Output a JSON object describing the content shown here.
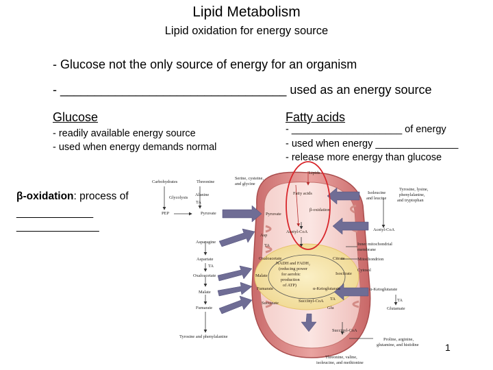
{
  "title": "Lipid Metabolism",
  "subtitle": "Lipid oxidation for energy source",
  "bullets": [
    "- Glucose not the only source of energy for an organism",
    "- _________________________________ used as an energy source"
  ],
  "glucose": {
    "heading": "Glucose",
    "items": [
      "- readily available energy source",
      "- used when energy demands normal"
    ]
  },
  "fatty_acids": {
    "heading": "Fatty acids",
    "items": [
      "- ____________________ of energy",
      "- used when energy _______________",
      "- release more energy than glucose"
    ]
  },
  "beta_oxidation": {
    "term": "β-oxidation",
    "rest": ": process of",
    "blank_lines": [
      "_____________",
      "______________"
    ]
  },
  "page_number": "1",
  "colors": {
    "arrow": "#6f6d95",
    "mito_outer": "#d98585",
    "mito_inner": "#f2c6c2",
    "cycle": "#f6e6a8",
    "highlight_circle": "#d8262b"
  },
  "diagram": {
    "labels": {
      "carbohydrates": "Carbohydrates",
      "glycolysis": "Glycolysis",
      "pep": "PEP",
      "threonine": "Threonine",
      "alanine": "Alanine",
      "ta_alanine": "TA",
      "serine_1": "Serine, cysteine,",
      "serine_2": "and glycine",
      "pyruvate_outer": "Pyruvate",
      "lipids": "Lipids",
      "fatty_acids": "Fatty acids",
      "beta_oxidation": "β-oxidation",
      "pyruvate_inner": "Pyruvate",
      "acetyl_coa_inner": "Acetyl-CoA",
      "isoleucine_1": "Isoleucine",
      "isoleucine_2": "and leucine",
      "tyrosine_1": "Tyrosine, lysine,",
      "tyrosine_2": "phenylalanine,",
      "tyrosine_3": "and tryptophan",
      "acetyl_coa_outer": "Acetyl-CoA",
      "asparagine": "Asparagine",
      "aspartate": "Aspartate",
      "ta_aspartate": "TA",
      "oxaloacetate_outer": "Oxaloacetate",
      "malate_outer": "Malate",
      "fumarate_outer": "Fumarate",
      "tyr_phe": "Tyrosine and phenylalanine",
      "asp_inner": "Asp",
      "ta_inner": "TA",
      "oxaloacetate_inner": "Oxaloacetate",
      "citrate": "Citrate",
      "nadh_1": "NADH and FADH₂",
      "nadh_2": "(reducing power",
      "nadh_3": "for aerobic",
      "nadh_4": "production",
      "nadh_5": "of ATP)",
      "malate_inner": "Malate",
      "isocitrate": "Isocitrate",
      "fumarate_inner": "Fumarate",
      "alpha_kg_inner": "α-Ketoglutarate",
      "succinate": "Succinate",
      "succinyl_coa_inner": "Succinyl-CoA",
      "ta_glu": "TA",
      "glu": "Glu",
      "inner_membrane_1": "Inner mitochondrial",
      "inner_membrane_2": "membrane",
      "mitochondrion": "Mitochondrion",
      "cytosol": "Cytosol",
      "alpha_kg_outer": "α-Ketoglutarate",
      "ta_outer": "TA",
      "glutamate": "Glutamate",
      "succinyl_coa_outer": "Succinyl-CoA",
      "proline_1": "Proline, arginine,",
      "proline_2": "glutamine, and histidine",
      "threonine_1": "Threonine, valine,",
      "threonine_2": "isoleucine, and methionine"
    }
  }
}
